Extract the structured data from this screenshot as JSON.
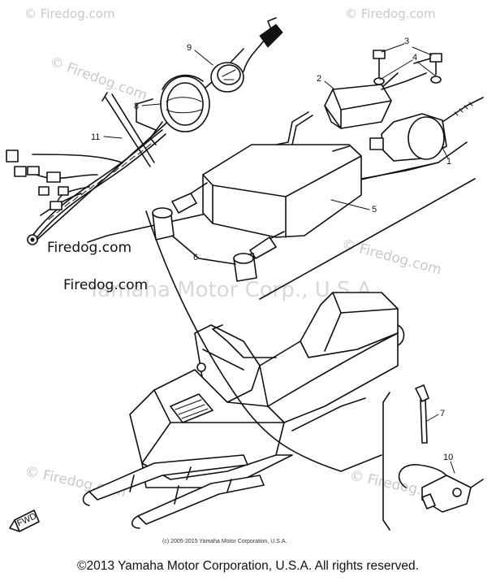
{
  "watermark": {
    "site": "© Firedog.com",
    "site_plain": "Firedog.com",
    "center": "Yamaha Motor Corp., U.S.A."
  },
  "inner_copyright": "(c) 2005-2015 Yamaha Motor Corporation, U.S.A.",
  "footer": "©2013 Yamaha Motor Corporation, U.S.A. All rights reserved.",
  "callouts": {
    "c1": "1",
    "c2": "2",
    "c3": "3",
    "c4": "4",
    "c5": "5",
    "c6": "6",
    "c7": "7",
    "c8": "8",
    "c9": "9",
    "c10": "10",
    "c11": "11"
  },
  "badge": "FWD"
}
